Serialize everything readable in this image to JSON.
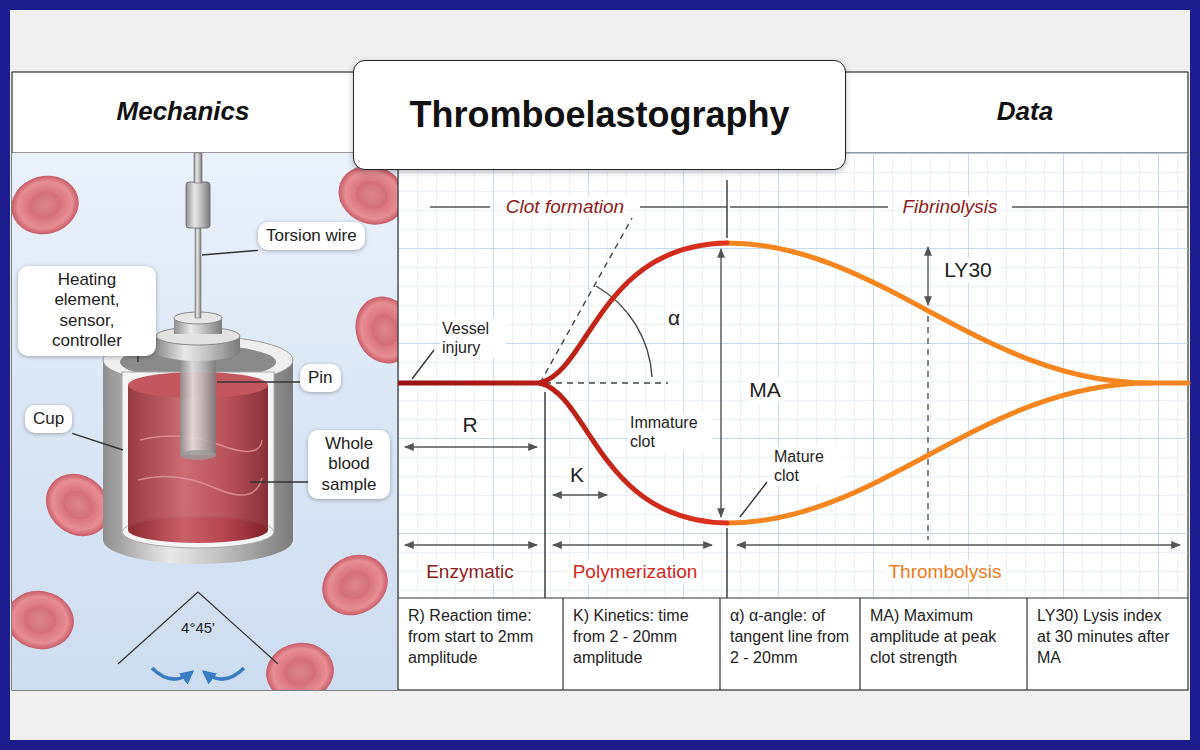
{
  "diagram": {
    "title": "Thromboelastography",
    "nodes": [
      {
        "text": [
          "Torsion wire"
        ]
      },
      {
        "text": [
          "Heating element, sensor, controller"
        ]
      },
      {
        "text": [
          "Pin"
        ]
      },
      {
        "text": [
          "Cup"
        ]
      },
      {
        "text": [
          "Whole blood sample"
        ]
      }
    ],
    "labels": [
      "Mechanics",
      "Data",
      "Clot formation",
      "Fibrinolysis",
      "Vessel injury",
      "α",
      "R",
      "LY30",
      "MA",
      "Immature clot",
      "K",
      "Mature clot",
      "Enzymatic",
      "Polymerization",
      "Thrombolysis",
      "4°45'",
      "R) Reaction time: from start to 2mm amplitude",
      "K) Kinetics: time from 2 - 20mm amplitude",
      "α) α-angle: of tangent line from 2 - 20mm",
      "MA) Maximum amplitude at peak clot strength",
      "LY30) Lysis index at 30 minutes after MA"
    ]
  }
}
